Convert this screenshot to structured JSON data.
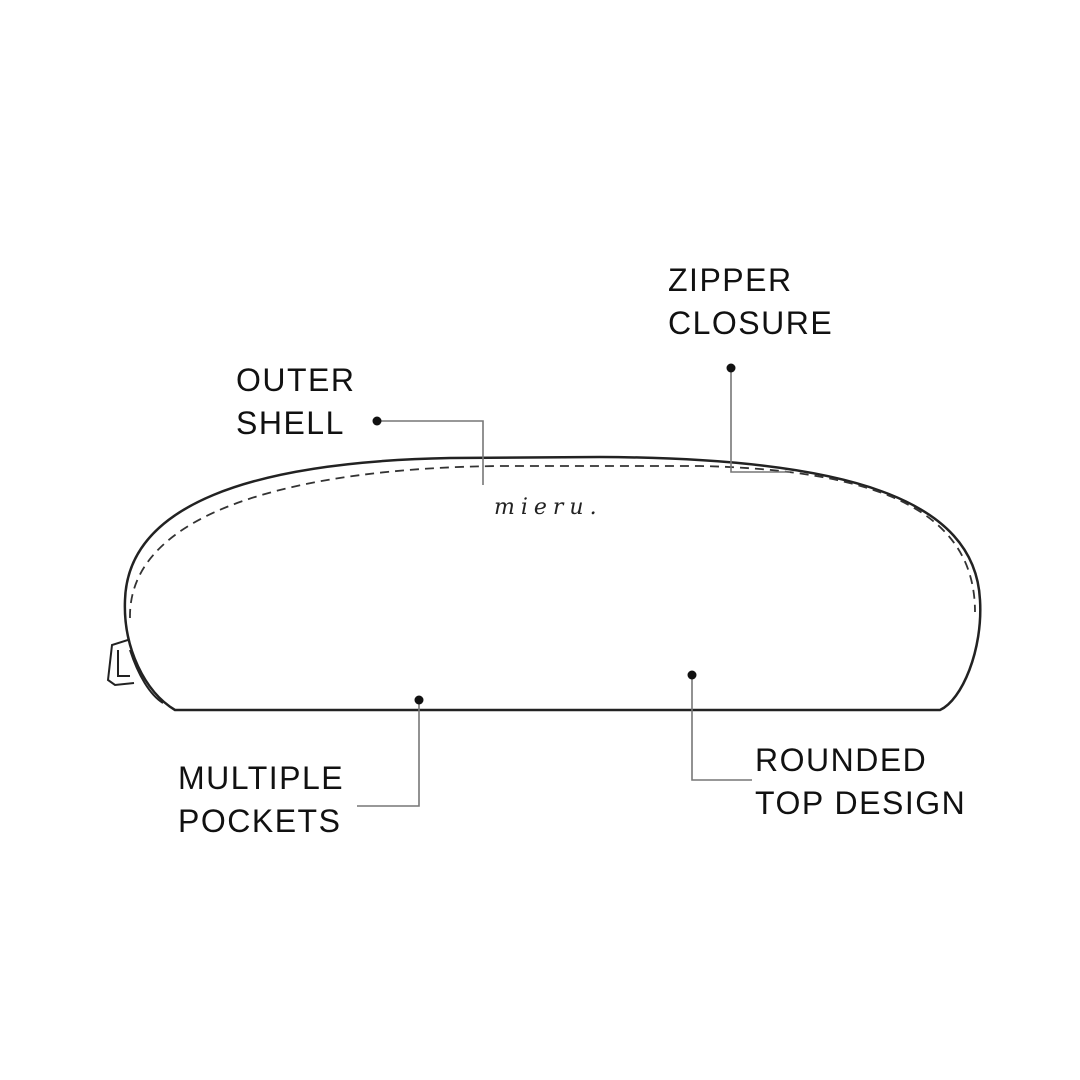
{
  "brand": {
    "logo_text": "mieru."
  },
  "callouts": [
    {
      "id": "outer-shell",
      "lines": [
        "OUTER",
        "SHELL"
      ]
    },
    {
      "id": "zipper-closure",
      "lines": [
        "ZIPPER",
        "CLOSURE"
      ]
    },
    {
      "id": "multiple-pockets",
      "lines": [
        "MULTIPLE",
        "POCKETS"
      ]
    },
    {
      "id": "rounded-top-design",
      "lines": [
        "ROUNDED",
        "TOP DESIGN"
      ]
    }
  ],
  "colors": {
    "outline": "#222222",
    "leader": "#777777",
    "text": "#111111"
  }
}
